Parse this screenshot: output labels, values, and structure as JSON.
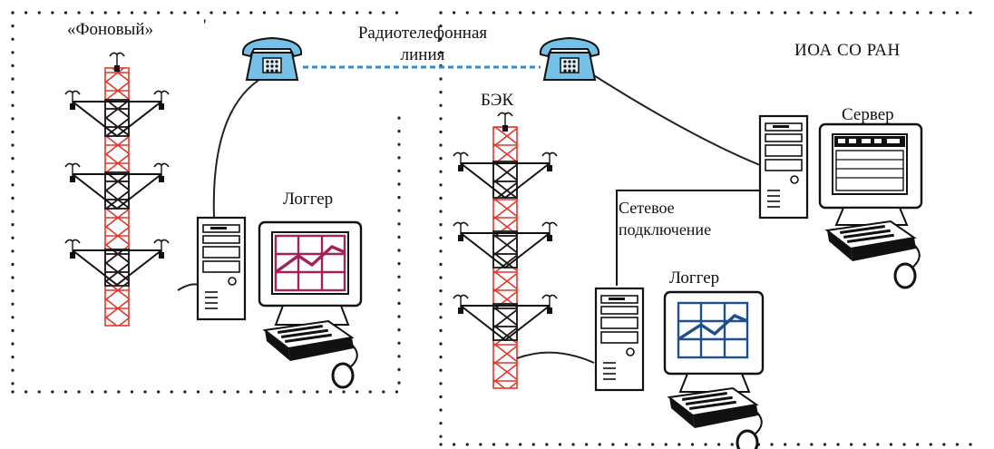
{
  "labels": {
    "fonovy": "«Фоновый»",
    "tick_mark": "'",
    "radio_line_1": "Радиотелефонная",
    "radio_line_2": "линия",
    "ioa": "ИОА СО РАН",
    "bek": "БЭК",
    "server": "Сервер",
    "network_1": "Сетевое",
    "network_2": "подключение",
    "logger_left": "Логгер",
    "logger_right": "Логгер"
  },
  "colors": {
    "dotted_border": "#222222",
    "radio_link": "#2b8fd6",
    "phone_fill": "#74c0e6",
    "tower_red": "#e0392b",
    "tower_dark": "#1a1a1a",
    "chart_left": "#a0245a",
    "chart_right": "#1f4f8c",
    "cable": "#222222"
  }
}
